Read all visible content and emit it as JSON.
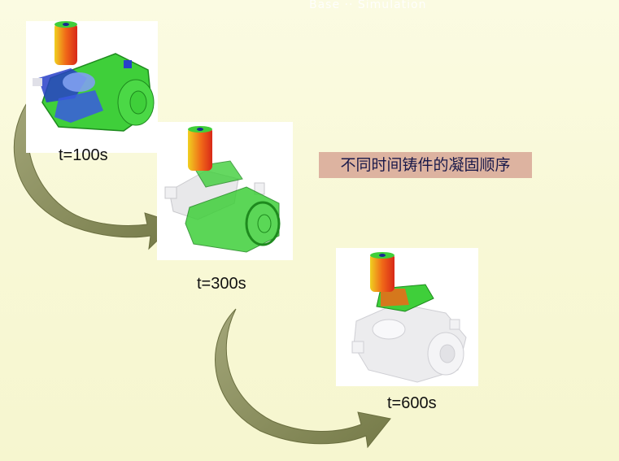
{
  "slide": {
    "header_text": "Base ·· Simulation",
    "caption": "不同时间铸件的凝固顺序",
    "frames": [
      {
        "label": "t=100s"
      },
      {
        "label": "t=300s"
      },
      {
        "label": "t=600s"
      }
    ]
  },
  "colors": {
    "background": "#f9f9dc",
    "caption_bg": "#ddb3a0",
    "arrow": "#8a8f5e",
    "solid_white": "#e8e8e8",
    "liquid_green": "#3fcf3a",
    "hot_red": "#e8301c",
    "mid_yellow": "#f0d020",
    "cold_blue": "#2840c8"
  }
}
